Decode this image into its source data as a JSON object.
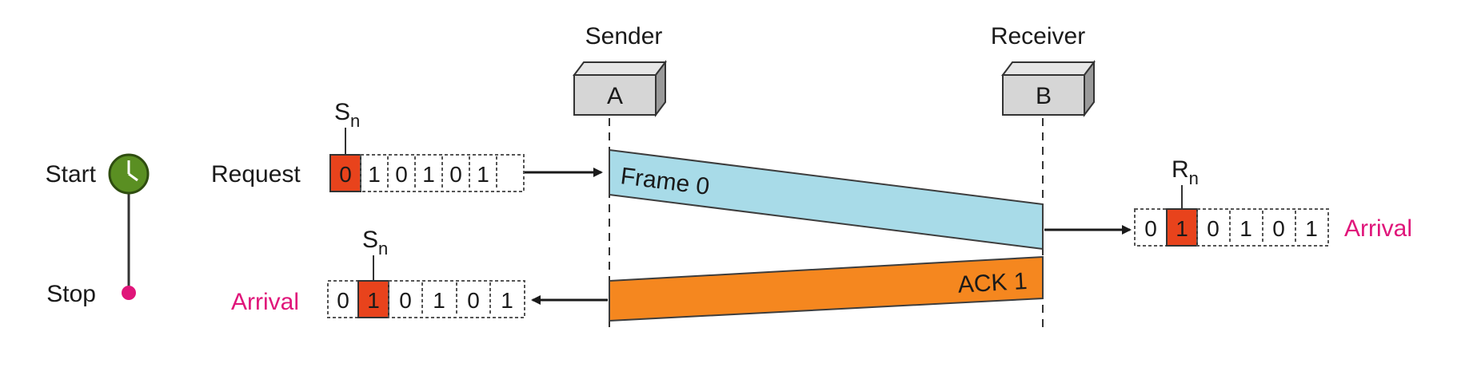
{
  "sender": {
    "label": "Sender",
    "box_letter": "A"
  },
  "receiver": {
    "label": "Receiver",
    "box_letter": "B"
  },
  "timer": {
    "start_label": "Start",
    "stop_label": "Stop"
  },
  "sender_window_top": {
    "pointer_label": "S",
    "pointer_sub": "n",
    "event_label": "Request",
    "cells": [
      "0",
      "1",
      "0",
      "1",
      "0",
      "1"
    ],
    "highlight_index": 0
  },
  "receiver_window": {
    "pointer_label": "R",
    "pointer_sub": "n",
    "event_label": "Arrival",
    "cells": [
      "0",
      "1",
      "0",
      "1",
      "0",
      "1"
    ],
    "highlight_index": 1
  },
  "sender_window_bottom": {
    "pointer_label": "S",
    "pointer_sub": "n",
    "event_label": "Arrival",
    "cells": [
      "0",
      "1",
      "0",
      "1",
      "0",
      "1"
    ],
    "highlight_index": 1
  },
  "frame": {
    "label": "Frame 0"
  },
  "ack": {
    "label": "ACK 1"
  },
  "colors": {
    "frame_fill": "#a8dbe8",
    "ack_fill": "#f5871f",
    "highlight_cell": "#e8431c",
    "timer_green": "#5a8f22",
    "arrival_pink": "#e0157a",
    "stop_dot": "#e0157a"
  }
}
